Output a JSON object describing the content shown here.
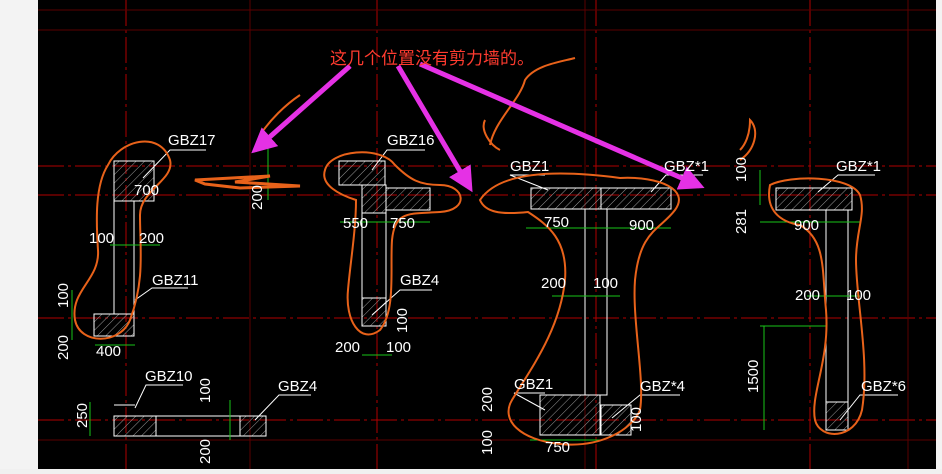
{
  "annotation": {
    "text": "这几个位置没有剪力墙的。",
    "color": "#ff3b2f"
  },
  "colors": {
    "axis": "#c00000",
    "wall": "#ffffff",
    "hatch": "#bbbbbb",
    "dimension": "#19c419",
    "markup": "#e8621a",
    "arrow": "#e531e5"
  },
  "labels": {
    "gbz17": "GBZ17",
    "gbz16": "GBZ16",
    "gbz1_top": "GBZ1",
    "gbz_star1_mid": "GBZ*1",
    "gbz_star1_right": "GBZ*1",
    "gbz11": "GBZ11",
    "gbz4_mid": "GBZ4",
    "gbz10": "GBZ10",
    "gbz4_bottom": "GBZ4",
    "gbz1_bottom": "GBZ1",
    "gbz_star4": "GBZ*4",
    "gbz_star6": "GBZ*6"
  },
  "dims": {
    "d700": "700",
    "d200_a": "200",
    "d100_a": "100",
    "d200_b": "200",
    "d100_b": "100",
    "d200_c": "200",
    "d400": "400",
    "d550": "550",
    "d750_a": "750",
    "d100_c": "100",
    "d200_d": "200",
    "d100_d": "100",
    "d250": "250",
    "d100_e": "100",
    "d200_e": "200",
    "d750_b": "750",
    "d900_a": "900",
    "d200_f": "200",
    "d100_f": "100",
    "d200_g": "200",
    "d100_g": "100",
    "d750_c": "750",
    "d100_h": "100",
    "d100_i": "100",
    "d281": "281",
    "d900_b": "900",
    "d200_h": "200",
    "d100_j": "100",
    "d1500": "1500"
  }
}
